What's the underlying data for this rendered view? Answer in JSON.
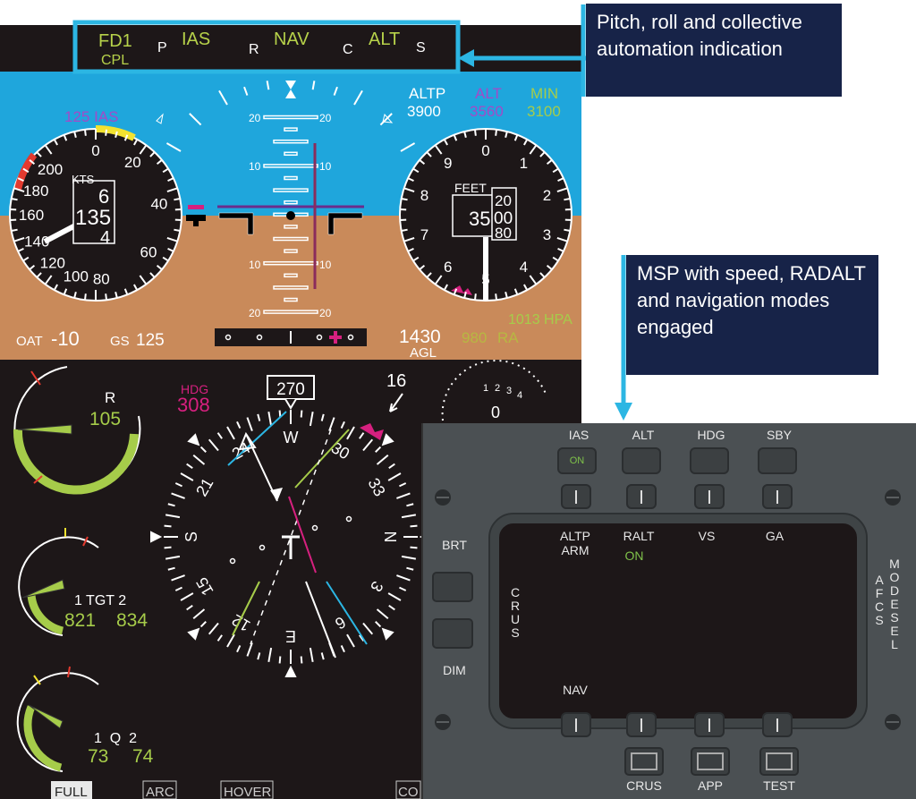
{
  "annunciator": {
    "fd": "FD1",
    "cpl": "CPL",
    "p": "P",
    "ias": "IAS",
    "r": "R",
    "nav": "NAV",
    "c": "C",
    "alt": "ALT",
    "s": "S"
  },
  "callouts": [
    {
      "text": "Pitch, roll and collective automation indication"
    },
    {
      "text": "MSP with speed, RADALT and navigation modes engaged"
    }
  ],
  "airspeed": {
    "bug": "125 IAS",
    "units": "KTS",
    "value": "135",
    "upper": "6",
    "lower": "4",
    "scale": [
      "0",
      "20",
      "40",
      "60",
      "80",
      "100",
      "120",
      "140",
      "160",
      "180",
      "200"
    ]
  },
  "pitch_ladder": [
    "20",
    "10",
    "10",
    "20"
  ],
  "altitude": {
    "altp_label": "ALTP",
    "altp": "3900",
    "alt_label": "ALT",
    "alt": "3560",
    "min_label": "MIN",
    "min": "3100",
    "units": "FEET",
    "value": "35",
    "r_upper": "20",
    "r_mid": "00",
    "r_lower": "80",
    "scale": [
      "0",
      "1",
      "2",
      "3",
      "4",
      "5",
      "6",
      "7",
      "8",
      "9"
    ]
  },
  "baro": "1013 HPA",
  "radalt": {
    "value": "980",
    "label": "RA"
  },
  "agl": {
    "value": "1430",
    "label": "AGL"
  },
  "oat": {
    "label": "OAT",
    "value": "-10"
  },
  "gs": {
    "label": "GS",
    "value": "125"
  },
  "heading": {
    "label": "HDG",
    "value": "308",
    "current": "270",
    "wind": "16",
    "compass": [
      "W",
      "30",
      "33",
      "N",
      "3",
      "6",
      "E",
      "12",
      "15",
      "S",
      "21",
      "24"
    ]
  },
  "engine": {
    "rotor_label": "R",
    "rotor": "105",
    "tgt_label": "1 TGT 2",
    "tgt1": "821",
    "tgt2": "834",
    "q_label": "1  Q  2",
    "q1": "73",
    "q2": "74"
  },
  "vsi_scale": [
    "1",
    "2",
    "3",
    "4",
    "0"
  ],
  "format_buttons": [
    "FULL",
    "ARC",
    "HOVER",
    "CO"
  ],
  "msp": {
    "top_labels": [
      "IAS",
      "ALT",
      "HDG",
      "SBY"
    ],
    "ias_state": "ON",
    "side_top": "BRT",
    "side_bottom": "DIM",
    "screen_top": [
      "ALTP\nARM",
      "RALT",
      "VS",
      "GA"
    ],
    "ralt_state": "ON",
    "screen_left": "CRUS",
    "screen_bottom": "NAV",
    "title": "AFCS",
    "title2": "MODE SEL",
    "bottom_labels": [
      "CRUS",
      "APP",
      "TEST"
    ]
  },
  "colors": {
    "sky": "#1fa6dc",
    "ground": "#c98a5a",
    "green": "#a6cc4a",
    "magenta": "#d6207f",
    "cyan": "#2cb6e3",
    "navy": "#172348"
  }
}
